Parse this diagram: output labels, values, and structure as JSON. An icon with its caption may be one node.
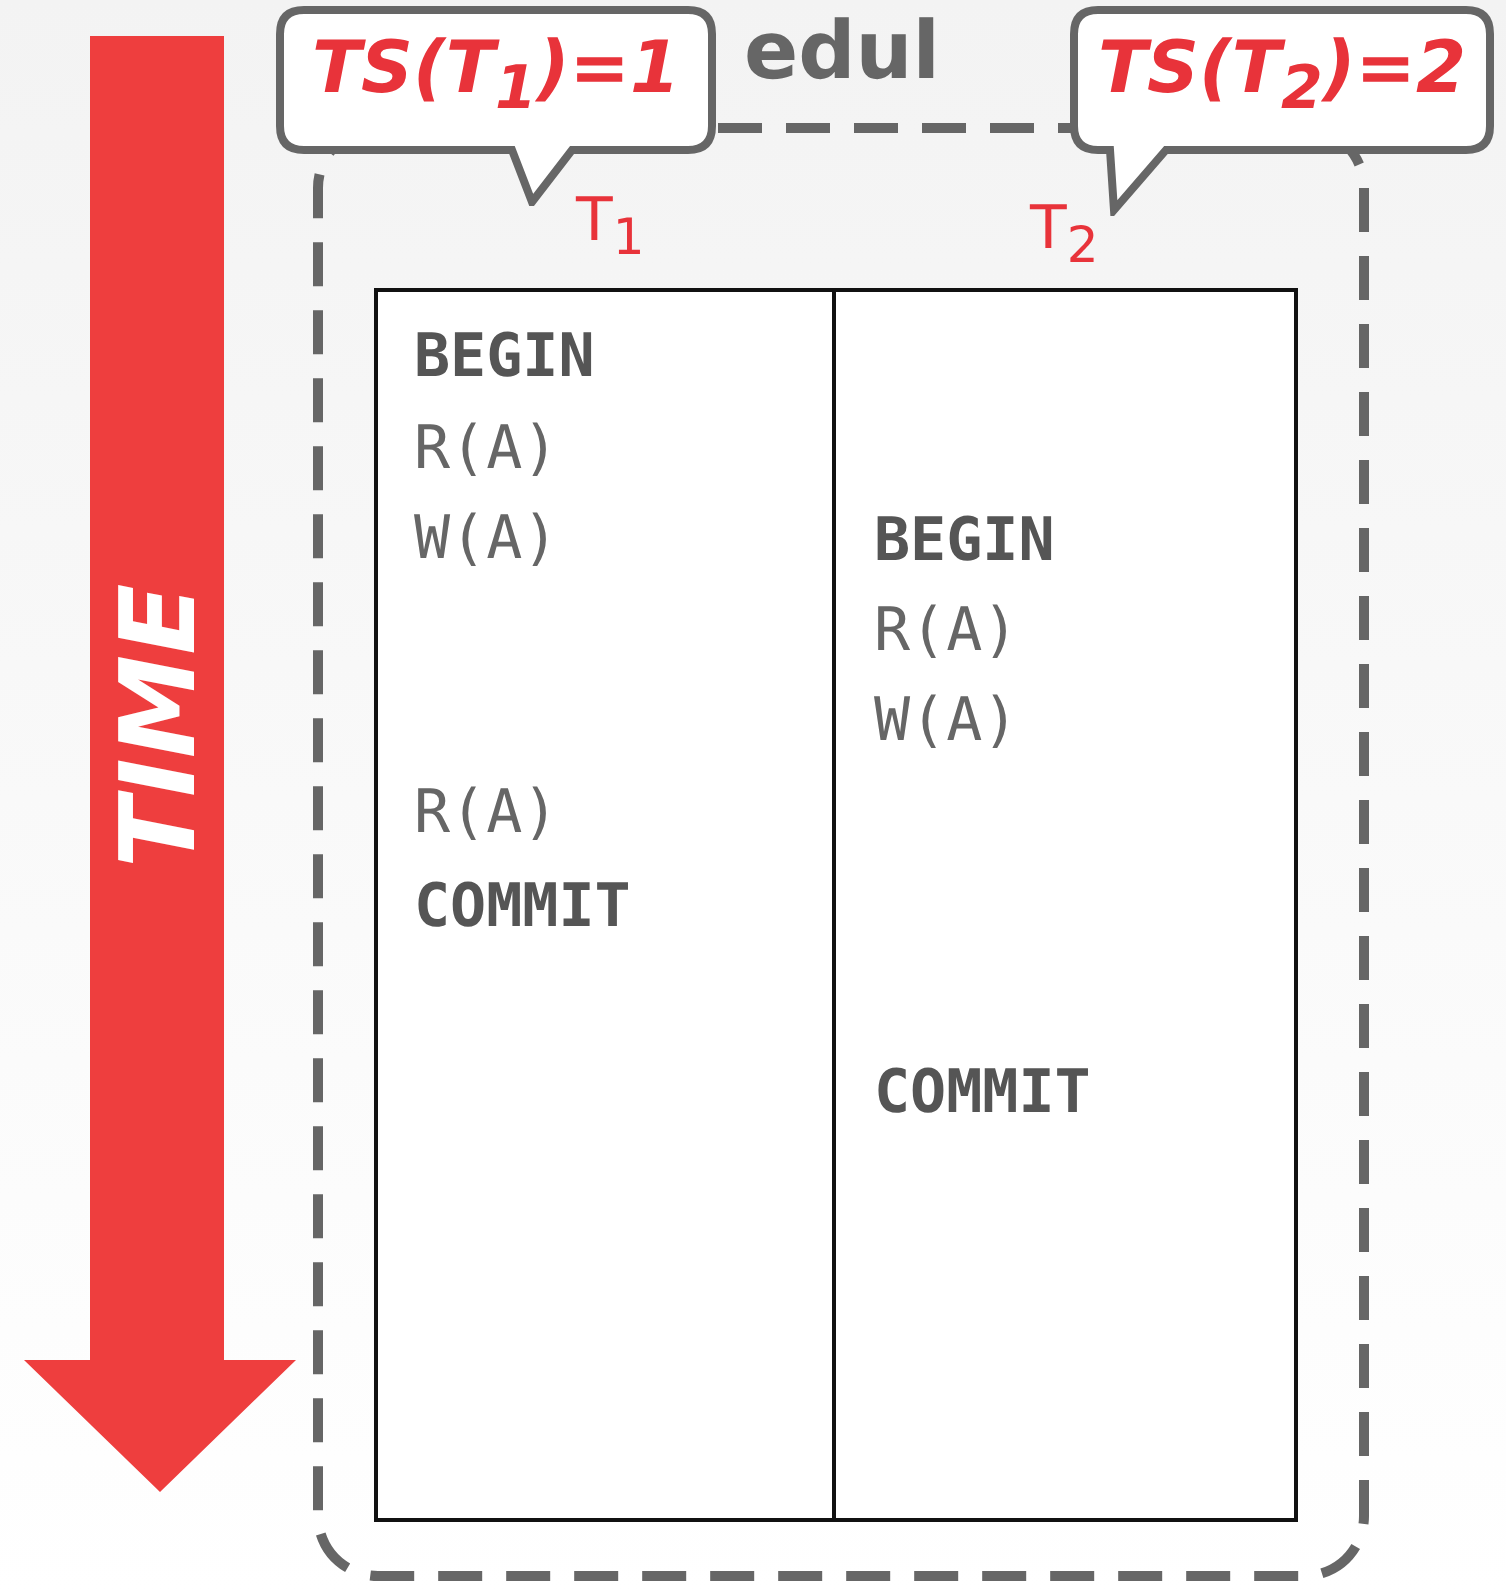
{
  "diagram": {
    "nodes": [
      {
        "text": [
          "edul"
        ]
      },
      {
        "text": [
          "TS(T$_{1}$)=1"
        ]
      },
      {
        "text": [
          "TS(T$_{2}$)=2"
        ]
      },
      {
        "text": [
          "TIME"
        ]
      }
    ],
    "edges": [],
    "labels": [
      "T$_{1}$",
      "T$_{2}$",
      "BEGIN",
      "R(A)",
      "W(A)",
      "BEGIN",
      "R(A)",
      "W(A)",
      "R(A)",
      "COMMIT",
      "COMMIT"
    ]
  }
}
